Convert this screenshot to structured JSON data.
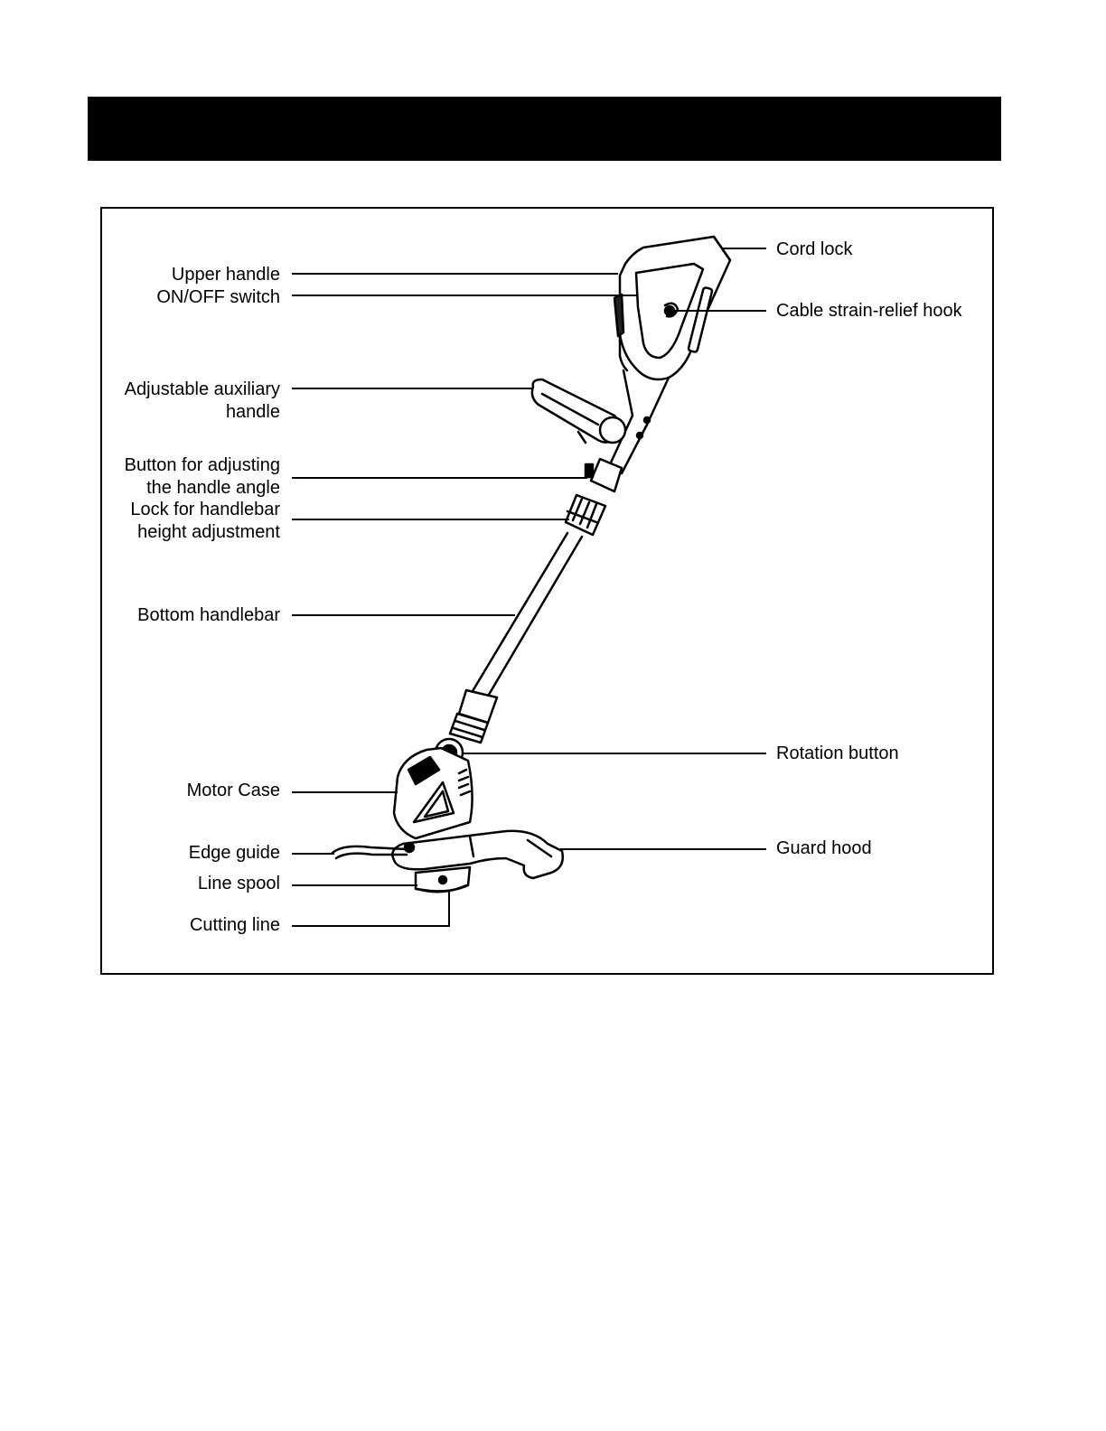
{
  "header": {
    "bar_color": "#000000"
  },
  "diagram": {
    "labels_left": {
      "upper_handle": "Upper handle",
      "on_off_switch": "ON/OFF switch",
      "aux_handle_line1": "Adjustable auxiliary",
      "aux_handle_line2": "handle",
      "angle_button_line1": "Button for adjusting",
      "angle_button_line2": "the handle angle",
      "height_lock_line1": "Lock for handlebar",
      "height_lock_line2": "height adjustment",
      "bottom_handlebar": "Bottom handlebar",
      "motor_case": "Motor Case",
      "edge_guide": "Edge guide",
      "line_spool": "Line spool",
      "cutting_line": "Cutting line"
    },
    "labels_right": {
      "cord_lock": "Cord lock",
      "cable_hook": "Cable strain-relief hook",
      "rotation_button": "Rotation button",
      "guard_hood": "Guard hood"
    }
  }
}
